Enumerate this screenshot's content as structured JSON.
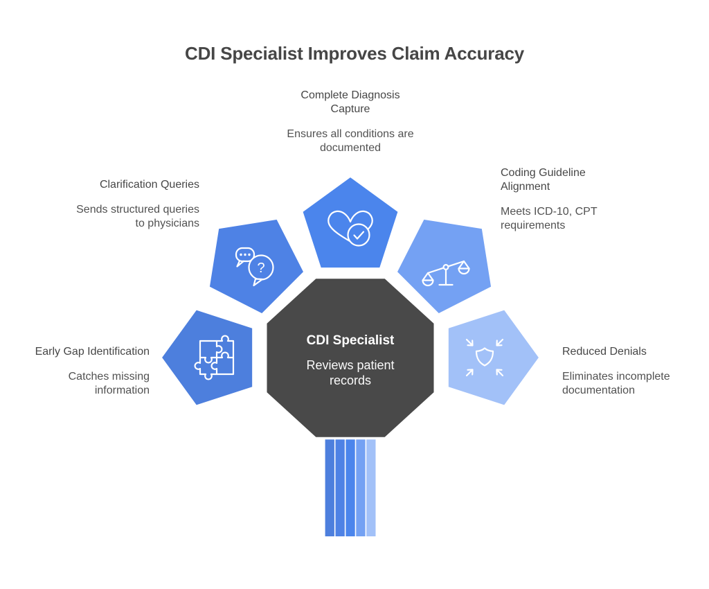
{
  "title": "CDI Specialist Improves Claim Accuracy",
  "palette": {
    "text": "#4a4a4a",
    "octagon_fill": "#494949",
    "shape_stroke": "#ffffff",
    "center_text": "#ffffff"
  },
  "center": {
    "heading": "CDI Specialist",
    "body": "Reviews patient\nrecords"
  },
  "segments": [
    {
      "position": "top",
      "icon": "heart-check-icon",
      "color": "#4b85ec",
      "heading": "Complete Diagnosis\nCapture",
      "body": "Ensures all conditions are\ndocumented"
    },
    {
      "position": "upper-left",
      "icon": "chat-question-icon",
      "color": "#4e82e5",
      "heading": "Clarification Queries",
      "body": "Sends structured queries\nto physicians"
    },
    {
      "position": "upper-right",
      "icon": "balance-scale-icon",
      "color": "#74a1f3",
      "heading": "Coding Guideline\nAlignment",
      "body": "Meets ICD-10, CPT\nrequirements"
    },
    {
      "position": "lower-left",
      "icon": "puzzle-icon",
      "color": "#4d7fdd",
      "heading": "Early Gap Identification",
      "body": "Catches missing\ninformation"
    },
    {
      "position": "lower-right",
      "icon": "shield-converge-icon",
      "color": "#a2c1f8",
      "heading": "Reduced Denials",
      "body": "Eliminates incomplete\ndocumentation"
    }
  ],
  "stem": {
    "colors": [
      "#4d7fdd",
      "#4e82e5",
      "#4b85ec",
      "#74a1f3",
      "#a2c1f8"
    ]
  }
}
